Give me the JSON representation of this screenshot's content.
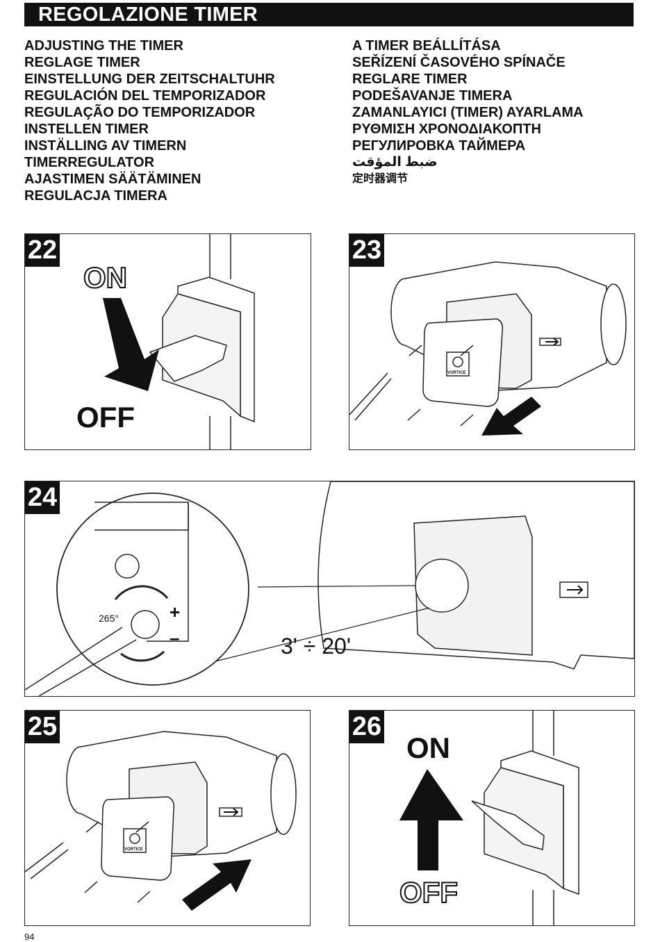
{
  "title": "REGOLAZIONE TIMER",
  "languages_left": [
    "ADJUSTING THE TIMER",
    "REGLAGE TIMER",
    "EINSTELLUNG DER ZEITSCHALTUHR",
    "REGULACIÓN DEL TEMPORIZADOR",
    "REGULAÇÃO DO TEMPORIZADOR",
    "INSTELLEN TIMER",
    "INSTÄLLING AV TIMERN",
    "TIMERREGULATOR",
    "AJASTIMEN SÄÄTÄMINEN",
    "REGULACJA TIMERA"
  ],
  "languages_right": [
    "A TIMER BEÁLLÍTÁSA",
    "SEŘÍZENÍ ČASOVÉHO SPÍNAČE",
    "REGLARE TIMER",
    "PODEŠAVANJE TIMERA",
    "ZAMANLAYICI (TIMER) AYARLAMA",
    "ΡΥΘΜΙΣΗ ΧΡΟΝΟΔΙΑΚΟΠΤΗ",
    "РЕГУЛИРОВКА ТАЙМЕРА",
    "ضبط المؤقت",
    "定时器调节"
  ],
  "steps": {
    "s22": {
      "number": "22",
      "on_label": "ON",
      "off_label": "OFF"
    },
    "s23": {
      "number": "23",
      "brand": "VORTICE"
    },
    "s24": {
      "number": "24",
      "angle": "265°",
      "plus": "+",
      "minus": "–",
      "range": "3' ÷ 20'"
    },
    "s25": {
      "number": "25",
      "brand": "VORTICE"
    },
    "s26": {
      "number": "26",
      "on_label": "ON",
      "off_label": "OFF"
    }
  },
  "page_number": "94"
}
